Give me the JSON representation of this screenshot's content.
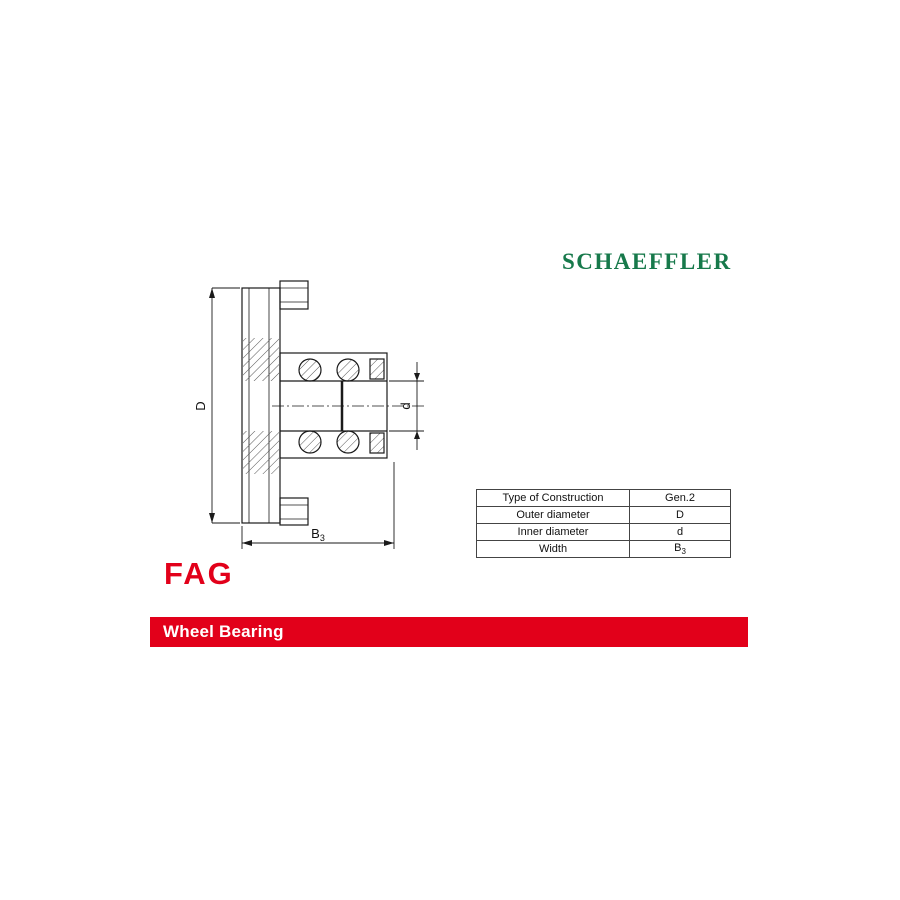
{
  "header": {
    "brand": "SCHAEFFLER",
    "brand_color": "#17794b"
  },
  "drawing": {
    "description": "wheel-hub-bearing-cross-section",
    "labels": {
      "outer_diameter": "D",
      "inner_diameter": "d",
      "width_main": "B",
      "width_sub": "3"
    }
  },
  "spec_table": {
    "rows": [
      {
        "label": "Type of Construction",
        "value": "Gen.2"
      },
      {
        "label": "Outer diameter",
        "value": "D"
      },
      {
        "label": "Inner diameter",
        "value": "d"
      },
      {
        "label": "Width",
        "value": "B",
        "value_sub": "3"
      }
    ]
  },
  "footer": {
    "logo": "FAG",
    "logo_color": "#e2001a",
    "banner_title": "Wheel Bearing",
    "banner_color": "#e2001a"
  }
}
